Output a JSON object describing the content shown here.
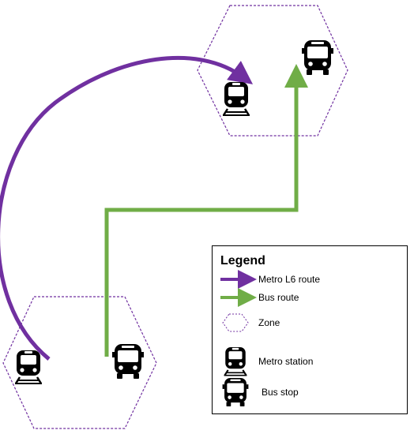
{
  "colors": {
    "metro": "#7030a0",
    "bus": "#70ad47",
    "zone": "#7030a0",
    "icon": "#000000"
  },
  "icons": {
    "metro_station": "train-icon",
    "bus_stop": "bus-icon",
    "zone": "hexagon-icon"
  },
  "legend": {
    "title": "Legend",
    "items": [
      {
        "label": "Metro L6 route",
        "symbol": "purple-arrow"
      },
      {
        "label": "Bus route",
        "symbol": "green-arrow"
      },
      {
        "label": "Zone",
        "symbol": "dashed-hexagon"
      },
      {
        "label": "Metro station",
        "symbol": "train-icon"
      },
      {
        "label": "Bus stop",
        "symbol": "bus-icon"
      }
    ]
  }
}
